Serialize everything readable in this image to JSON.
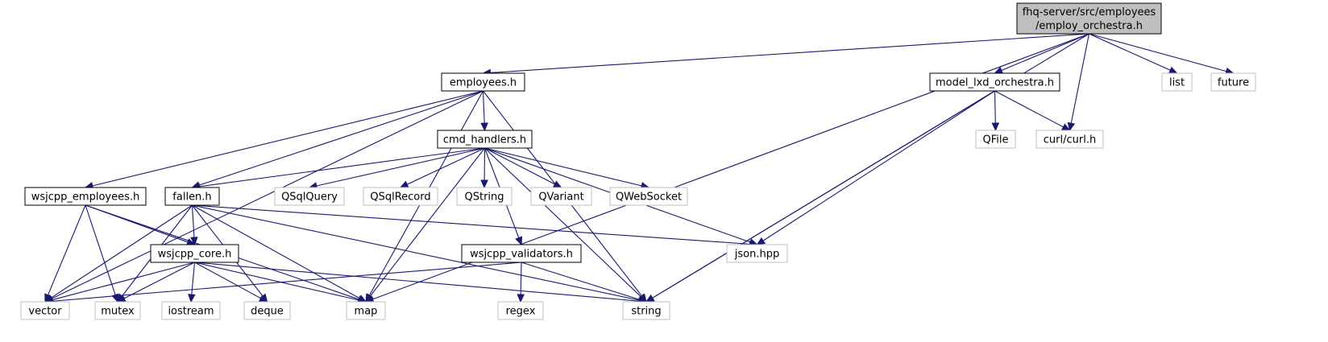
{
  "colors": {
    "edge": "#191970",
    "root_fill": "#bfbfbf",
    "root_border": "#000000",
    "local_border": "#000000",
    "external_border": "#bfbfbf",
    "text": "#000000"
  },
  "nodes": {
    "root": {
      "lines": [
        "fhq-server/src/employees",
        "/employ_orchestra.h"
      ],
      "kind": "root"
    },
    "employees_h": {
      "label": "employees.h",
      "kind": "local"
    },
    "model_lxd": {
      "label": "model_lxd_orchestra.h",
      "kind": "local"
    },
    "list": {
      "label": "list",
      "kind": "external"
    },
    "future": {
      "label": "future",
      "kind": "external"
    },
    "cmd_handlers": {
      "label": "cmd_handlers.h",
      "kind": "local"
    },
    "qfile": {
      "label": "QFile",
      "kind": "external"
    },
    "curl": {
      "label": "curl/curl.h",
      "kind": "external"
    },
    "wsjcpp_employees": {
      "label": "wsjcpp_employees.h",
      "kind": "local"
    },
    "fallen": {
      "label": "fallen.h",
      "kind": "local"
    },
    "qsqlquery": {
      "label": "QSqlQuery",
      "kind": "external"
    },
    "qsqlrecord": {
      "label": "QSqlRecord",
      "kind": "external"
    },
    "qstring": {
      "label": "QString",
      "kind": "external"
    },
    "qvariant": {
      "label": "QVariant",
      "kind": "external"
    },
    "qwebsocket": {
      "label": "QWebSocket",
      "kind": "external"
    },
    "wsjcpp_validators": {
      "label": "wsjcpp_validators.h",
      "kind": "local"
    },
    "json": {
      "label": "json.hpp",
      "kind": "external"
    },
    "wsjcpp_core": {
      "label": "wsjcpp_core.h",
      "kind": "local"
    },
    "vector": {
      "label": "vector",
      "kind": "external"
    },
    "mutex": {
      "label": "mutex",
      "kind": "external"
    },
    "iostream": {
      "label": "iostream",
      "kind": "external"
    },
    "deque": {
      "label": "deque",
      "kind": "external"
    },
    "map": {
      "label": "map",
      "kind": "external"
    },
    "regex": {
      "label": "regex",
      "kind": "external"
    },
    "string": {
      "label": "string",
      "kind": "external"
    }
  },
  "edges": [
    [
      "root",
      "employees_h"
    ],
    [
      "root",
      "model_lxd"
    ],
    [
      "root",
      "list"
    ],
    [
      "root",
      "future"
    ],
    [
      "root",
      "curl"
    ],
    [
      "root",
      "map"
    ],
    [
      "root",
      "string"
    ],
    [
      "employees_h",
      "cmd_handlers"
    ],
    [
      "employees_h",
      "wsjcpp_employees"
    ],
    [
      "employees_h",
      "fallen"
    ],
    [
      "employees_h",
      "vector"
    ],
    [
      "employees_h",
      "map"
    ],
    [
      "employees_h",
      "string"
    ],
    [
      "model_lxd",
      "qfile"
    ],
    [
      "model_lxd",
      "curl"
    ],
    [
      "model_lxd",
      "json"
    ],
    [
      "model_lxd",
      "string"
    ],
    [
      "cmd_handlers",
      "fallen"
    ],
    [
      "cmd_handlers",
      "qsqlquery"
    ],
    [
      "cmd_handlers",
      "qsqlrecord"
    ],
    [
      "cmd_handlers",
      "qstring"
    ],
    [
      "cmd_handlers",
      "qvariant"
    ],
    [
      "cmd_handlers",
      "qwebsocket"
    ],
    [
      "cmd_handlers",
      "wsjcpp_validators"
    ],
    [
      "cmd_handlers",
      "json"
    ],
    [
      "cmd_handlers",
      "map"
    ],
    [
      "cmd_handlers",
      "string"
    ],
    [
      "wsjcpp_employees",
      "wsjcpp_core"
    ],
    [
      "wsjcpp_employees",
      "vector"
    ],
    [
      "wsjcpp_employees",
      "mutex"
    ],
    [
      "wsjcpp_employees",
      "map"
    ],
    [
      "fallen",
      "wsjcpp_core"
    ],
    [
      "fallen",
      "vector"
    ],
    [
      "fallen",
      "mutex"
    ],
    [
      "fallen",
      "deque"
    ],
    [
      "fallen",
      "map"
    ],
    [
      "fallen",
      "json"
    ],
    [
      "fallen",
      "string"
    ],
    [
      "wsjcpp_validators",
      "vector"
    ],
    [
      "wsjcpp_validators",
      "regex"
    ],
    [
      "wsjcpp_validators",
      "string"
    ],
    [
      "wsjcpp_core",
      "vector"
    ],
    [
      "wsjcpp_core",
      "mutex"
    ],
    [
      "wsjcpp_core",
      "iostream"
    ],
    [
      "wsjcpp_core",
      "deque"
    ],
    [
      "wsjcpp_core",
      "map"
    ],
    [
      "wsjcpp_core",
      "string"
    ]
  ]
}
